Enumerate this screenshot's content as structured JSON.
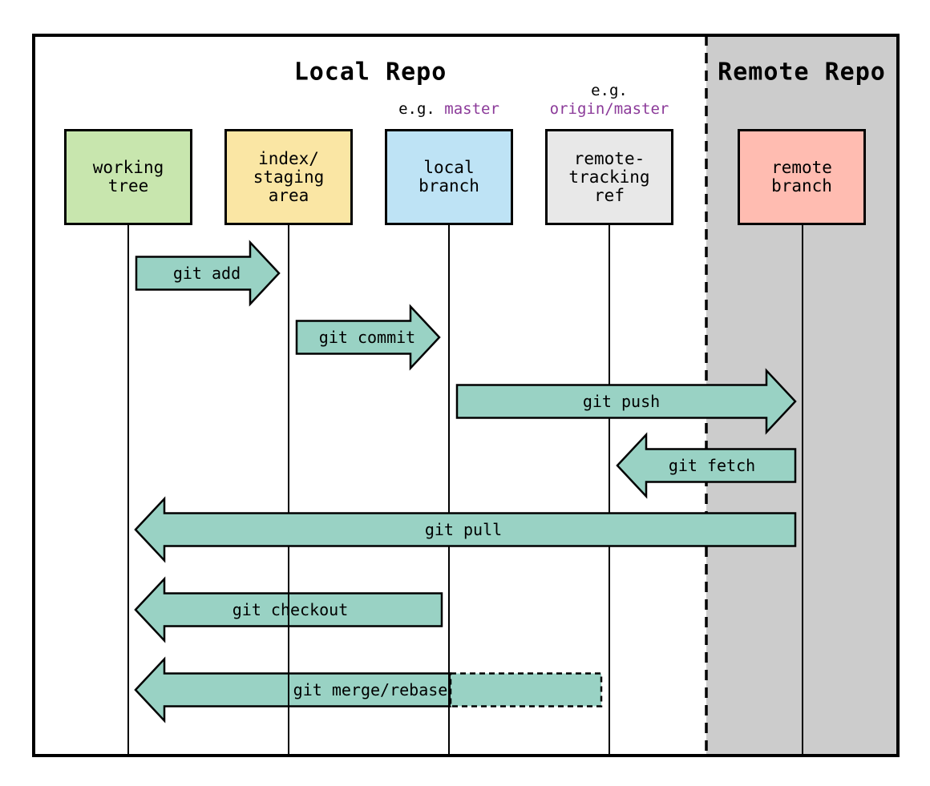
{
  "diagram": {
    "title_local": "Local Repo",
    "title_remote": "Remote Repo",
    "examples": {
      "local_branch": {
        "prefix": "e.g.",
        "value": "master"
      },
      "remote_tracking": {
        "prefix": "e.g.",
        "value": "origin/master"
      }
    },
    "nodes": [
      {
        "id": "working-tree",
        "label": "working\ntree",
        "color": "#c8e6ae"
      },
      {
        "id": "index-staging-area",
        "label": "index/\nstaging\narea",
        "color": "#fae6a4"
      },
      {
        "id": "local-branch",
        "label": "local\nbranch",
        "color": "#bee3f5"
      },
      {
        "id": "remote-tracking-ref",
        "label": "remote-\ntracking\nref",
        "color": "#e8e8e8"
      },
      {
        "id": "remote-branch",
        "label": "remote\nbranch",
        "color": "#ffbcb1"
      }
    ],
    "arrows": [
      {
        "label": "git add",
        "direction": "right",
        "from": "working-tree",
        "to": "index-staging-area"
      },
      {
        "label": "git commit",
        "direction": "right",
        "from": "index-staging-area",
        "to": "local-branch"
      },
      {
        "label": "git push",
        "direction": "right",
        "from": "local-branch",
        "to": "remote-branch"
      },
      {
        "label": "git fetch",
        "direction": "left",
        "from": "remote-branch",
        "to": "remote-tracking-ref"
      },
      {
        "label": "git pull",
        "direction": "left",
        "from": "remote-branch",
        "to": "working-tree"
      },
      {
        "label": "git checkout",
        "direction": "left",
        "from": "local-branch",
        "to": "working-tree"
      },
      {
        "label": "git merge/rebase",
        "direction": "left",
        "from": "remote-tracking-ref",
        "to": "working-tree",
        "tail_style": "dashed"
      }
    ],
    "colors": {
      "arrow_fill": "#99d2c4",
      "remote_background": "#cccccc",
      "example_accent": "#8b3a99",
      "line": "#000000"
    }
  }
}
